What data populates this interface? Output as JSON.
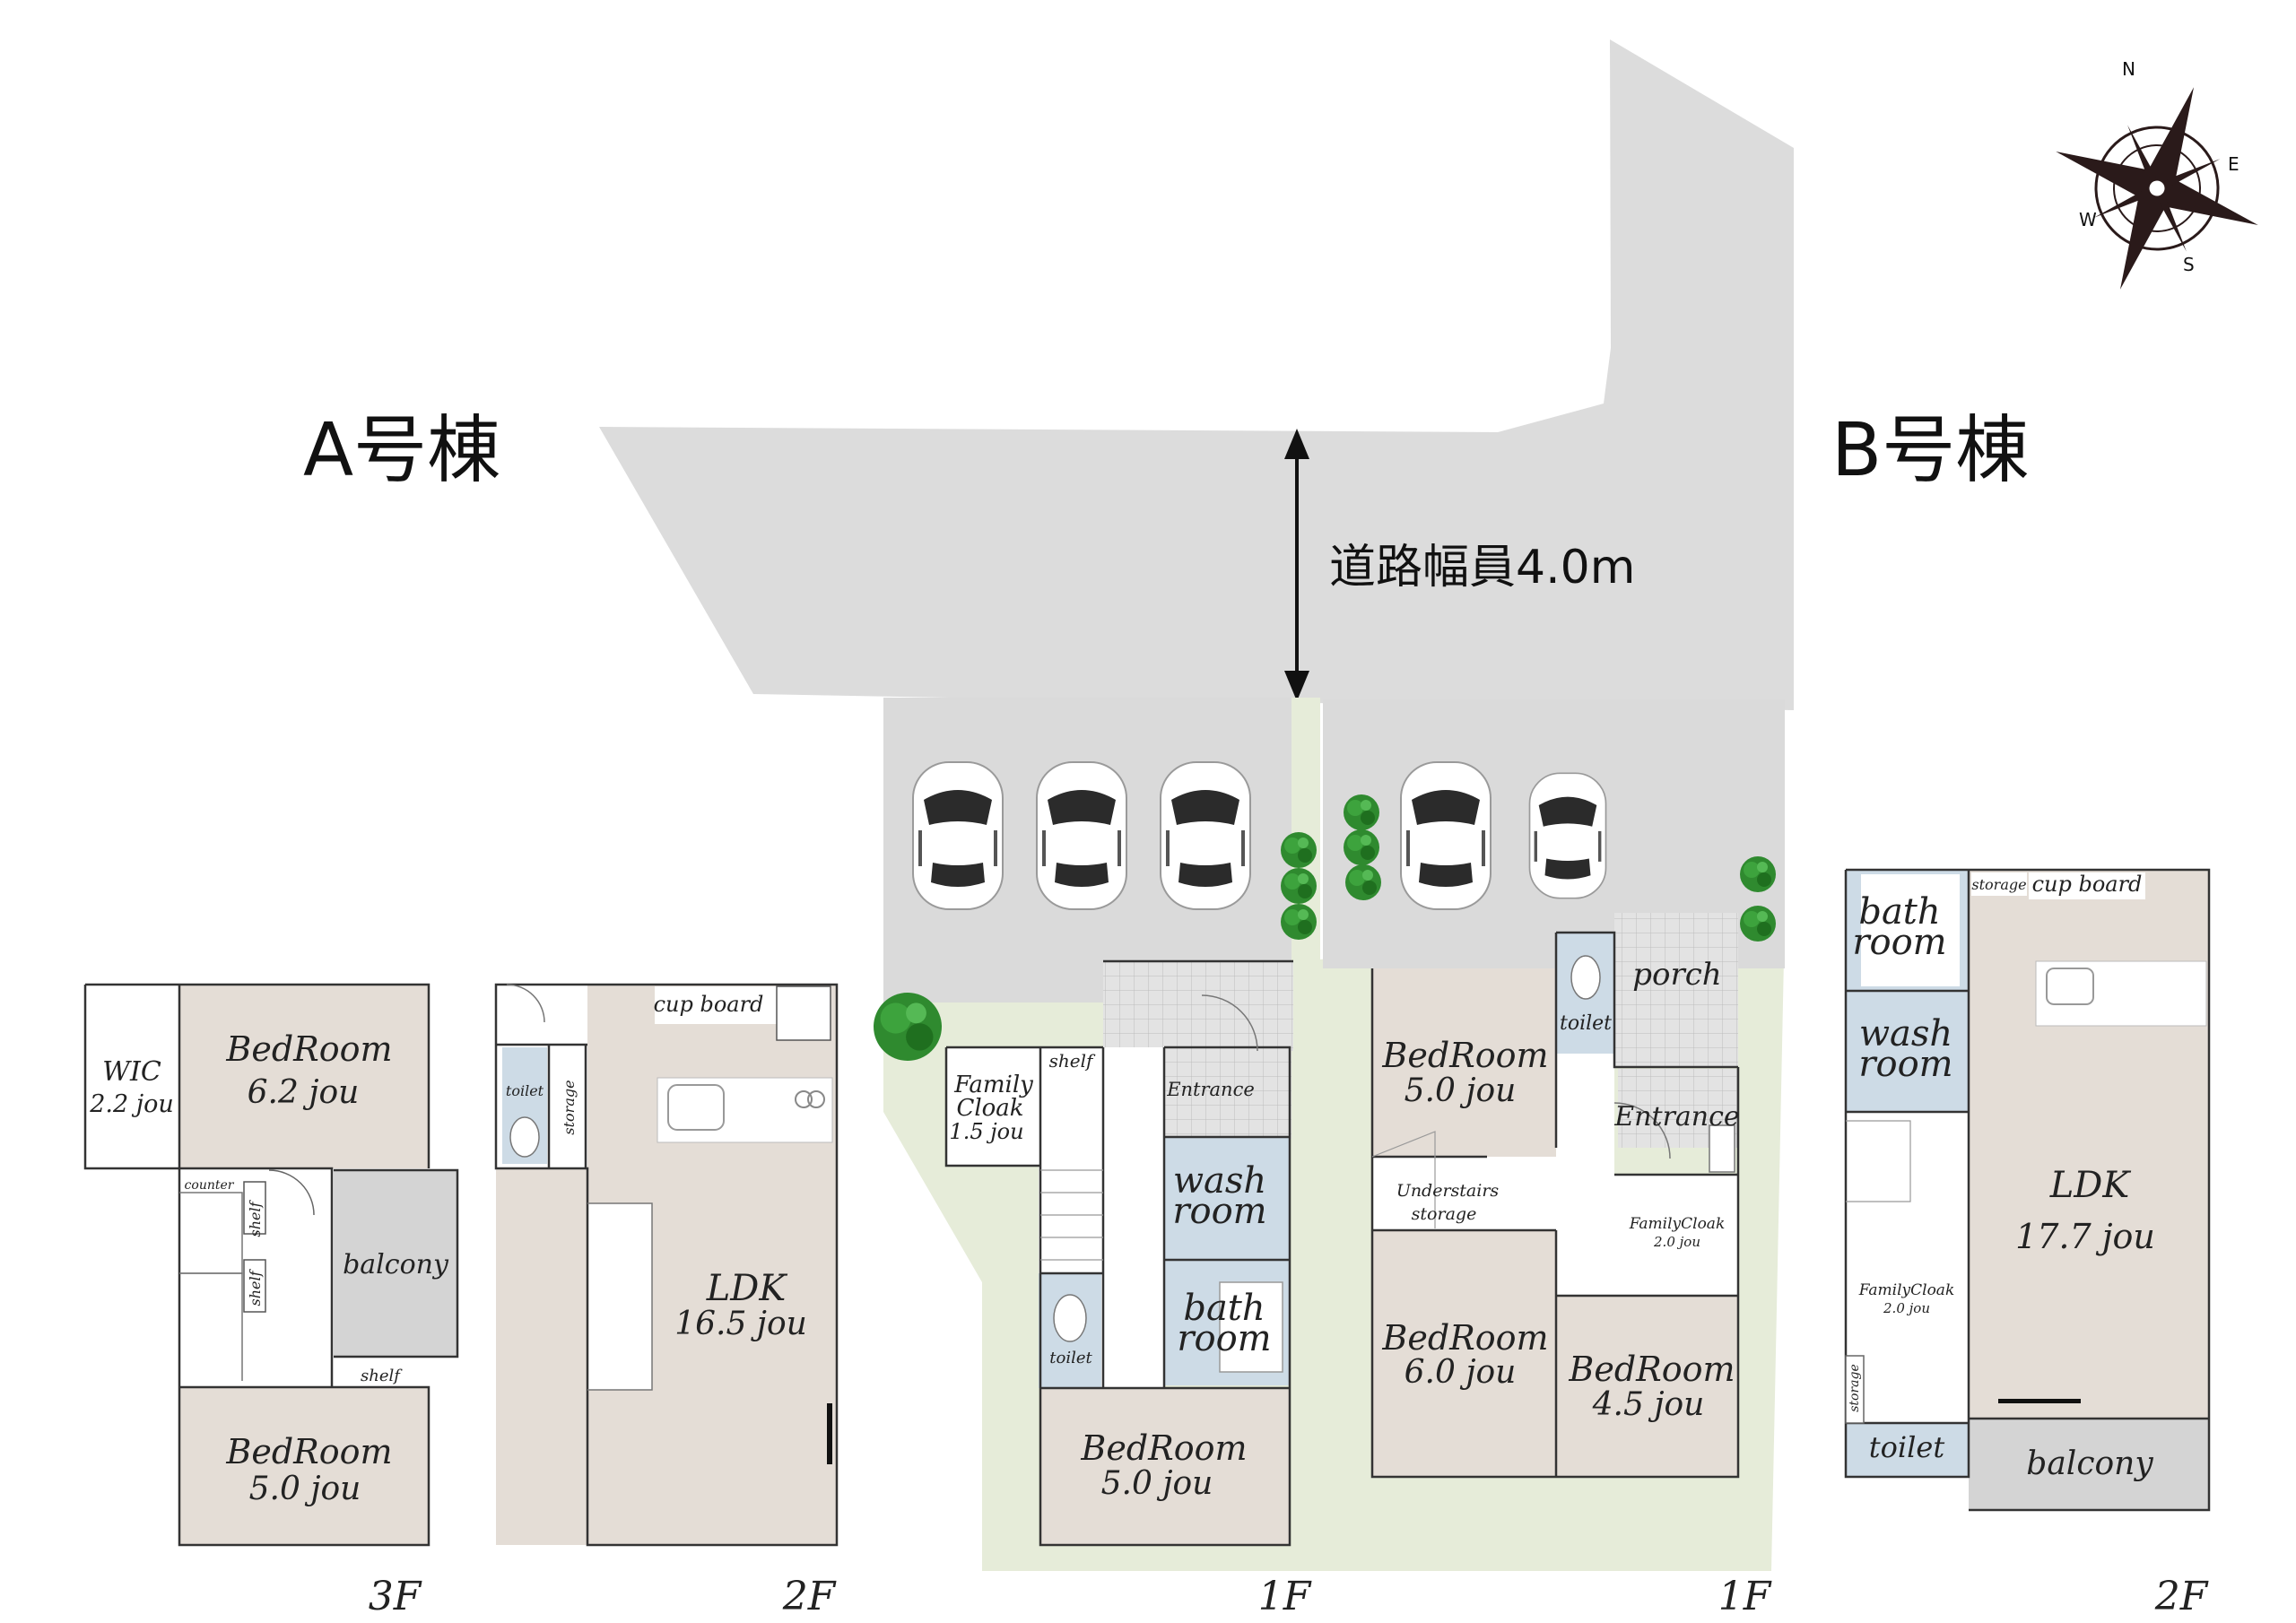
{
  "buildings": {
    "a_label": "A号棟",
    "b_label": "B号棟"
  },
  "road": {
    "width_label": "道路幅員4.0m"
  },
  "compass": {
    "n": "N",
    "e": "E",
    "s": "S",
    "w": "W"
  },
  "floors": {
    "a3f": "3F",
    "a2f": "2F",
    "a1f": "1F",
    "b1f": "1F",
    "b2f": "2F"
  },
  "a3f": {
    "wic": "WIC",
    "wic_size": "2.2 jou",
    "bed1": "BedRoom",
    "bed1_size": "6.2 jou",
    "counter": "counter",
    "shelf1": "shelf",
    "shelf2": "shelf",
    "shelf3": "shelf",
    "balcony": "balcony",
    "bed2": "BedRoom",
    "bed2_size": "5.0 jou"
  },
  "a2f": {
    "toilet": "toilet",
    "storage": "storage",
    "cupboard": "cup board",
    "ldk": "LDK",
    "ldk_size": "16.5 jou"
  },
  "a1f": {
    "family": "Family",
    "cloak": "Cloak",
    "cloak_size": "1.5 jou",
    "shelf": "shelf",
    "entrance": "Entrance",
    "wash1": "wash",
    "wash2": "room",
    "bath1": "bath",
    "bath2": "room",
    "toilet": "toilet",
    "bed": "BedRoom",
    "bed_size": "5.0 jou"
  },
  "b1f": {
    "porch": "porch",
    "toilet": "toilet",
    "bed1": "BedRoom",
    "bed1_size": "5.0 jou",
    "entrance": "Entrance",
    "under1": "Understairs",
    "under2": "storage",
    "fc": "FamilyCloak",
    "fc_size": "2.0 jou",
    "bed2": "BedRoom",
    "bed2_size": "6.0 jou",
    "bed3": "BedRoom",
    "bed3_size": "4.5 jou"
  },
  "b2f": {
    "bath1": "bath",
    "bath2": "room",
    "storage": "storage",
    "cupboard": "cup board",
    "wash1": "wash",
    "wash2": "room",
    "ldk": "LDK",
    "ldk_size": "17.7 jou",
    "fc": "FamilyCloak",
    "fc_size": "2.0 jou",
    "storage2": "storage",
    "toilet": "toilet",
    "balcony": "balcony"
  }
}
